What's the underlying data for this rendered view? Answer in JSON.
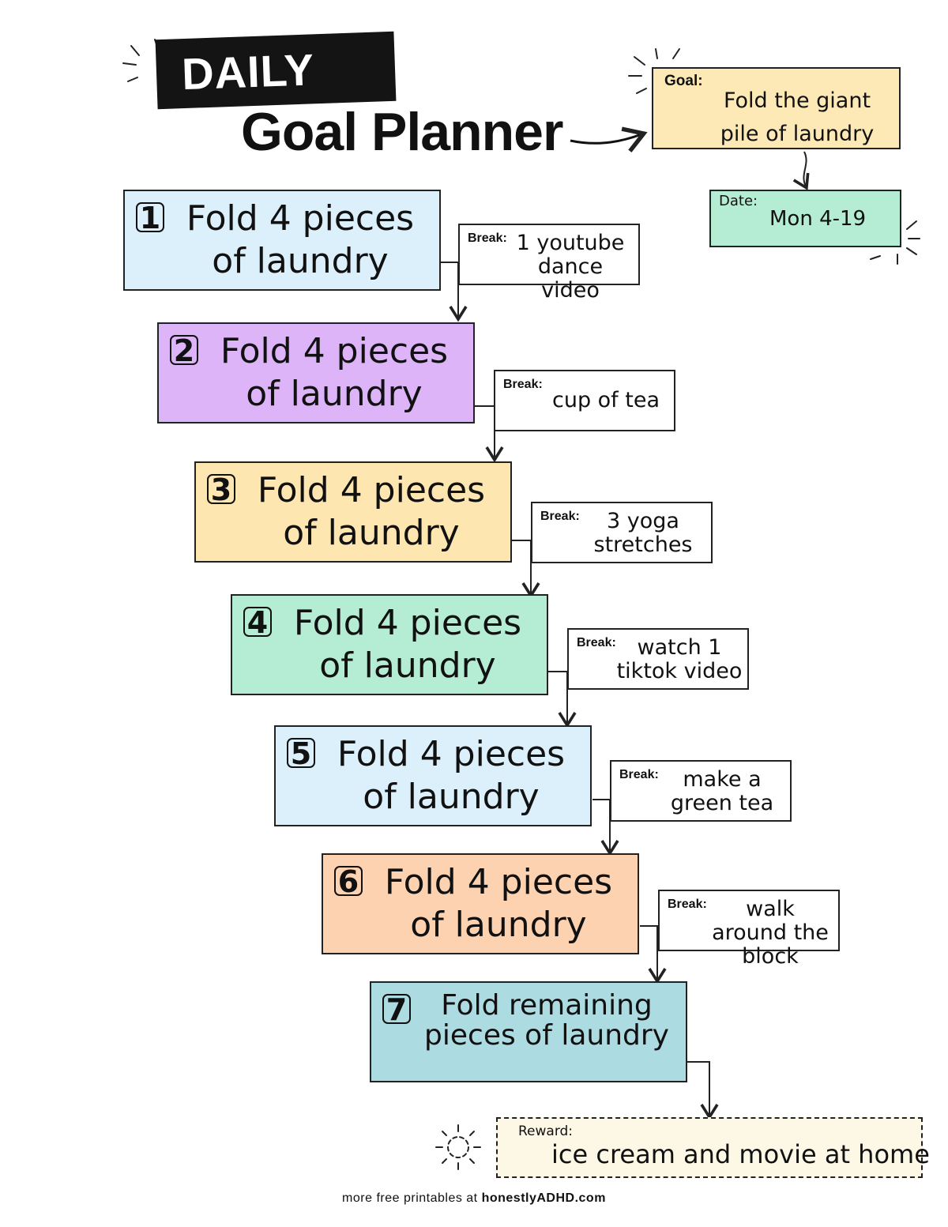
{
  "header": {
    "daily": "DAILY",
    "title": "Goal Planner"
  },
  "goal": {
    "label": "Goal:",
    "text": "Fold the giant pile of laundry"
  },
  "date": {
    "label": "Date:",
    "text": "Mon 4-19"
  },
  "steps": [
    {
      "num": "1",
      "text": "Fold 4 pieces of laundry",
      "color": "#dcf0fc"
    },
    {
      "num": "2",
      "text": "Fold 4 pieces of laundry",
      "color": "#ddb4f8"
    },
    {
      "num": "3",
      "text": "Fold 4 pieces of laundry",
      "color": "#fde6b0"
    },
    {
      "num": "4",
      "text": "Fold 4 pieces of laundry",
      "color": "#b5edd4"
    },
    {
      "num": "5",
      "text": "Fold 4 pieces of laundry",
      "color": "#dcf0fc"
    },
    {
      "num": "6",
      "text": "Fold 4 pieces of laundry",
      "color": "#fcd2b0"
    },
    {
      "num": "7",
      "text": "Fold remaining pieces of laundry",
      "color": "#acdbe2"
    }
  ],
  "breaks": [
    {
      "label": "Break:",
      "text": "1 youtube dance video"
    },
    {
      "label": "Break:",
      "text": "cup of tea"
    },
    {
      "label": "Break:",
      "text": "3 yoga stretches"
    },
    {
      "label": "Break:",
      "text": "watch 1 tiktok video"
    },
    {
      "label": "Break:",
      "text": "make a green tea"
    },
    {
      "label": "Break:",
      "text": "walk around the block"
    }
  ],
  "reward": {
    "label": "Reward:",
    "text": "ice cream and movie at home"
  },
  "footer": {
    "prefix": "more free printables at",
    "site": "honestlyADHD.com"
  },
  "colors": {
    "reward_bg": "#fdf8e6",
    "goal_bg": "#fde9b5",
    "date_bg": "#b5edd4",
    "header_bg": "#141414"
  }
}
